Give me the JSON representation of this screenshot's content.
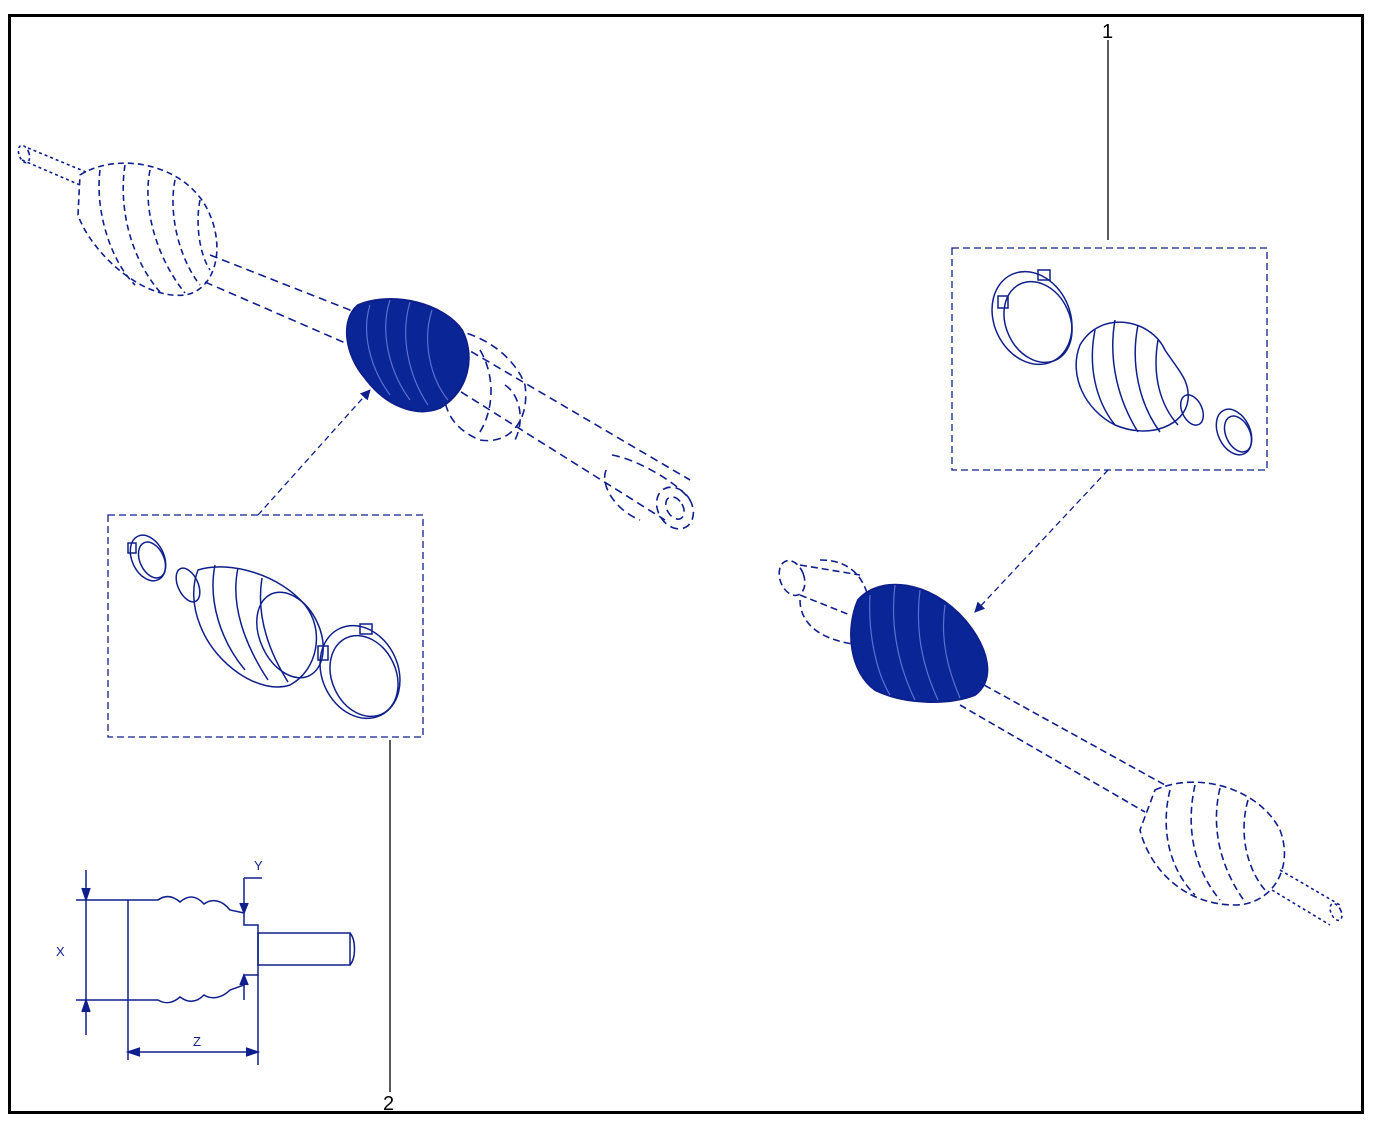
{
  "callouts": {
    "one": "1",
    "two": "2"
  },
  "dimension_labels": {
    "x": "X",
    "y": "Y",
    "z": "Z"
  },
  "colors": {
    "line": "#0f1f8c",
    "boot_fill": "#0a2596",
    "frame": "#000000"
  },
  "icons": [
    "driveshaft-left",
    "driveshaft-right",
    "boot-kit-inner",
    "boot-kit-outer",
    "boot-dimension-sketch"
  ]
}
